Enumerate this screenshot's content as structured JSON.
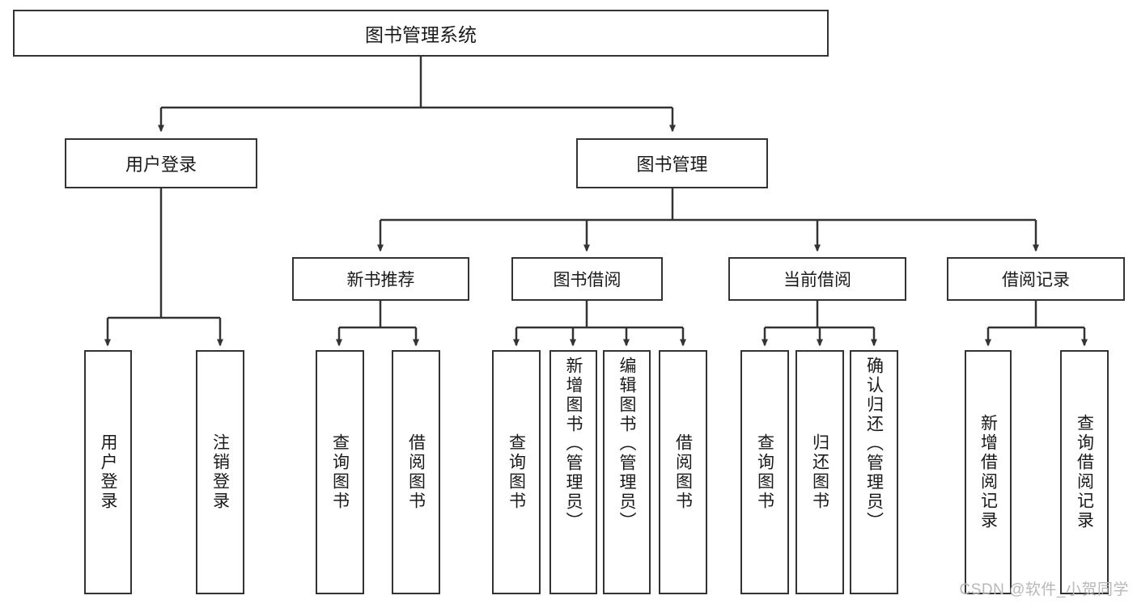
{
  "diagram": {
    "title": "图书管理系统",
    "type": "tree-hierarchy-diagram",
    "colors": {
      "box_border": "#333333",
      "box_fill": "#ffffff",
      "text": "#1a1a1a",
      "edge": "#333333",
      "watermark": "#b8b8b8",
      "background": "#ffffff"
    },
    "watermark": "CSDN @软件_小贺同学",
    "nodes": {
      "root": {
        "label": "图书管理系统"
      },
      "level1": [
        {
          "label": "用户登录"
        },
        {
          "label": "图书管理"
        }
      ],
      "level2": [
        {
          "label": "新书推荐"
        },
        {
          "label": "图书借阅"
        },
        {
          "label": "当前借阅"
        },
        {
          "label": "借阅记录"
        }
      ],
      "leaves": [
        {
          "label": "用户登录",
          "parent": "用户登录"
        },
        {
          "label": "注销登录",
          "parent": "用户登录"
        },
        {
          "label": "查询图书",
          "parent": "新书推荐"
        },
        {
          "label": "借阅图书",
          "parent": "新书推荐"
        },
        {
          "label": "查询图书",
          "parent": "图书借阅"
        },
        {
          "label": "新增图书（管理员）",
          "parent": "图书借阅"
        },
        {
          "label": "编辑图书（管理员）",
          "parent": "图书借阅"
        },
        {
          "label": "借阅图书",
          "parent": "图书借阅"
        },
        {
          "label": "查询图书",
          "parent": "当前借阅"
        },
        {
          "label": "归还图书",
          "parent": "当前借阅"
        },
        {
          "label": "确认归还（管理员）",
          "parent": "当前借阅"
        },
        {
          "label": "新增借阅记录",
          "parent": "借阅记录"
        },
        {
          "label": "查询借阅记录",
          "parent": "借阅记录"
        }
      ]
    }
  }
}
